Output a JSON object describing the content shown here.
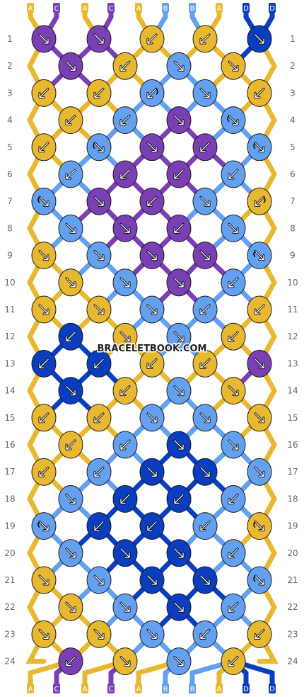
{
  "watermark": "BRACELETBOOK.COM",
  "colors": {
    "A": "#e8b830",
    "B": "#64a0f0",
    "C": "#7a3fb5",
    "D": "#0a3ec0",
    "knot_stroke": "#1a1a1a"
  },
  "row_labels": [
    "1",
    "2",
    "3",
    "4",
    "5",
    "6",
    "7",
    "8",
    "9",
    "10",
    "11",
    "12",
    "13",
    "14",
    "15",
    "16",
    "17",
    "18",
    "19",
    "20",
    "21",
    "22",
    "23",
    "24"
  ],
  "top_strands": [
    "A",
    "C",
    "A",
    "C",
    "A",
    "B",
    "B",
    "A",
    "D",
    "D"
  ],
  "bottom_strands": [
    "A",
    "C",
    "A",
    "C",
    "A",
    "B",
    "B",
    "A",
    "D",
    "D"
  ],
  "knot_rows": [
    [
      [
        "C",
        "f"
      ],
      [
        "C",
        "f"
      ],
      [
        "A",
        "b"
      ],
      [
        "A",
        "b"
      ],
      [
        "D",
        "f"
      ]
    ],
    [
      [
        "C",
        "f"
      ],
      [
        "A",
        "b"
      ],
      [
        "B",
        "f"
      ],
      [
        "A",
        "f"
      ]
    ],
    [
      [
        "A",
        "b"
      ],
      [
        "A",
        "b"
      ],
      [
        "B",
        "bf"
      ],
      [
        "B",
        "f"
      ],
      [
        "A",
        "b"
      ]
    ],
    [
      [
        "A",
        "b"
      ],
      [
        "B",
        "b"
      ],
      [
        "C",
        "f"
      ],
      [
        "B",
        "fb"
      ]
    ],
    [
      [
        "A",
        "b"
      ],
      [
        "B",
        "fb"
      ],
      [
        "C",
        "f"
      ],
      [
        "C",
        "b"
      ],
      [
        "B",
        "fb"
      ]
    ],
    [
      [
        "B",
        "b"
      ],
      [
        "C",
        "b"
      ],
      [
        "C",
        "b"
      ],
      [
        "B",
        "b"
      ]
    ],
    [
      [
        "B",
        "fb"
      ],
      [
        "C",
        "f"
      ],
      [
        "C",
        "b"
      ],
      [
        "B",
        "f"
      ],
      [
        "A",
        "bf"
      ]
    ],
    [
      [
        "B",
        "f"
      ],
      [
        "C",
        "f"
      ],
      [
        "C",
        "b"
      ],
      [
        "B",
        "f"
      ]
    ],
    [
      [
        "A",
        "f"
      ],
      [
        "B",
        "f"
      ],
      [
        "C",
        "f"
      ],
      [
        "C",
        "f"
      ],
      [
        "B",
        "fb"
      ]
    ],
    [
      [
        "A",
        "f"
      ],
      [
        "B",
        "f"
      ],
      [
        "C",
        "f"
      ],
      [
        "B",
        "b"
      ]
    ],
    [
      [
        "A",
        "f"
      ],
      [
        "A",
        "f"
      ],
      [
        "B",
        "f"
      ],
      [
        "B",
        "b"
      ],
      [
        "A",
        "b"
      ]
    ],
    [
      [
        "D",
        "b"
      ],
      [
        "A",
        "f"
      ],
      [
        "B",
        "f"
      ],
      [
        "A",
        "b"
      ]
    ],
    [
      [
        "D",
        "b"
      ],
      [
        "D",
        "b"
      ],
      [
        "A",
        "b"
      ],
      [
        "A",
        "b"
      ],
      [
        "C",
        "f"
      ]
    ],
    [
      [
        "D",
        "f"
      ],
      [
        "A",
        "b"
      ],
      [
        "B",
        "f"
      ],
      [
        "A",
        "f"
      ]
    ],
    [
      [
        "A",
        "b"
      ],
      [
        "A",
        "b"
      ],
      [
        "B",
        "f"
      ],
      [
        "B",
        "f"
      ],
      [
        "A",
        "f"
      ]
    ],
    [
      [
        "A",
        "b"
      ],
      [
        "B",
        "b"
      ],
      [
        "D",
        "f"
      ],
      [
        "B",
        "f"
      ]
    ],
    [
      [
        "A",
        "b"
      ],
      [
        "B",
        "b"
      ],
      [
        "D",
        "f"
      ],
      [
        "D",
        "f"
      ],
      [
        "B",
        "f"
      ]
    ],
    [
      [
        "B",
        "f"
      ],
      [
        "D",
        "b"
      ],
      [
        "D",
        "b"
      ],
      [
        "B",
        "b"
      ]
    ],
    [
      [
        "B",
        "fb"
      ],
      [
        "D",
        "b"
      ],
      [
        "D",
        "b"
      ],
      [
        "B",
        "b"
      ],
      [
        "A",
        "fb"
      ]
    ],
    [
      [
        "B",
        "f"
      ],
      [
        "D",
        "f"
      ],
      [
        "D",
        "f"
      ],
      [
        "B",
        "b"
      ]
    ],
    [
      [
        "A",
        "f"
      ],
      [
        "B",
        "f"
      ],
      [
        "D",
        "f"
      ],
      [
        "D",
        "f"
      ],
      [
        "B",
        "fb"
      ]
    ],
    [
      [
        "A",
        "f"
      ],
      [
        "B",
        "f"
      ],
      [
        "D",
        "f"
      ],
      [
        "B",
        "b"
      ]
    ],
    [
      [
        "A",
        "f"
      ],
      [
        "A",
        "f"
      ],
      [
        "B",
        "f"
      ],
      [
        "B",
        "b"
      ],
      [
        "A",
        "b"
      ]
    ],
    [
      [
        "C",
        "b"
      ],
      [
        "A",
        "f"
      ],
      [
        "B",
        "f"
      ],
      [
        "A",
        "b"
      ]
    ]
  ]
}
